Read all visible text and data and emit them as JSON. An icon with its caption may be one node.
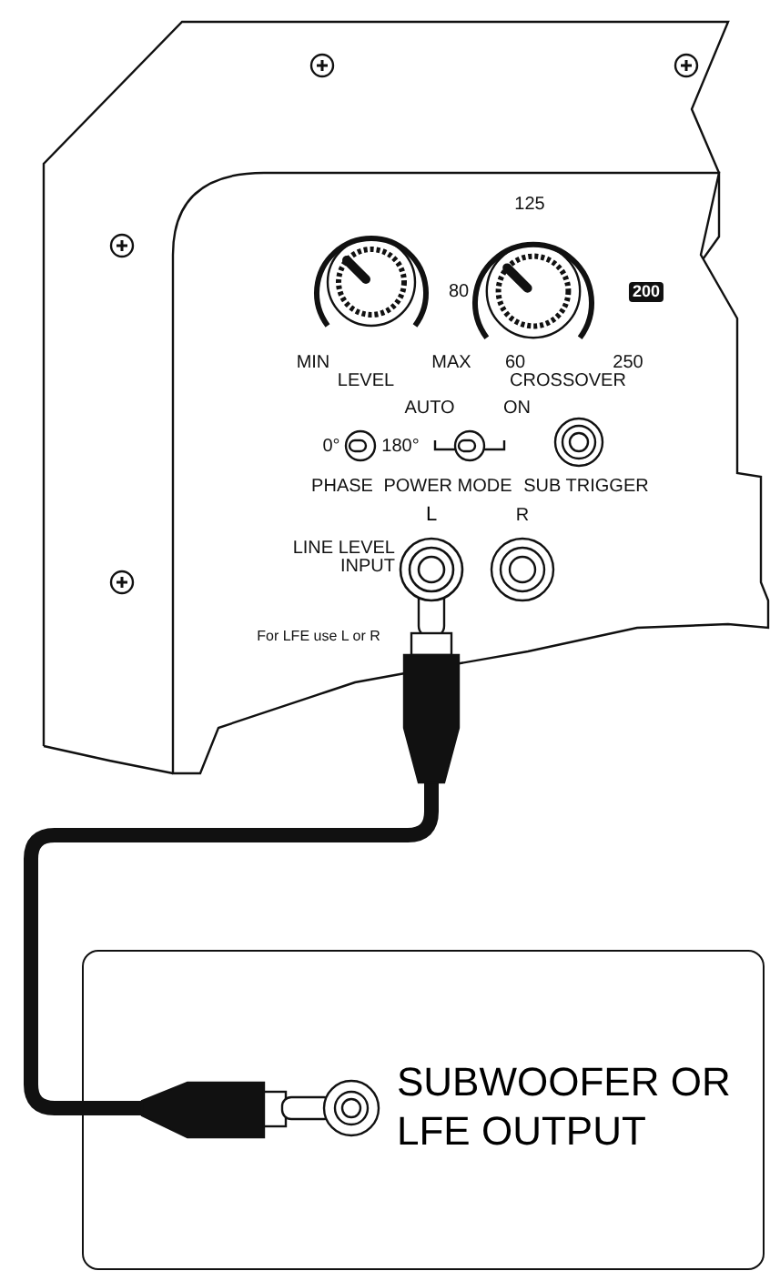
{
  "diagram": {
    "nodes": [
      {
        "text": [
          "L"
        ]
      },
      {
        "text": [
          "SUBWOOFER OR LFE OUTPUT"
        ]
      },
      {
        "text": [],
        "shape": "circle",
        "in": 1
      }
    ],
    "edges": [
      {
        "from": 2,
        "to": 0,
        "arrow": "none"
      }
    ],
    "labels": [
      "125",
      "80",
      "200",
      "MIN",
      "LEVEL",
      "MAX",
      "60",
      "250",
      "CROSSOVER",
      "AUTO",
      "ON",
      "0°",
      "180°",
      "PHASE",
      "POWER MODE",
      "SUB TRIGGER",
      "R",
      "LINE LEVEL INPUT",
      "For LFE use L or R"
    ]
  }
}
